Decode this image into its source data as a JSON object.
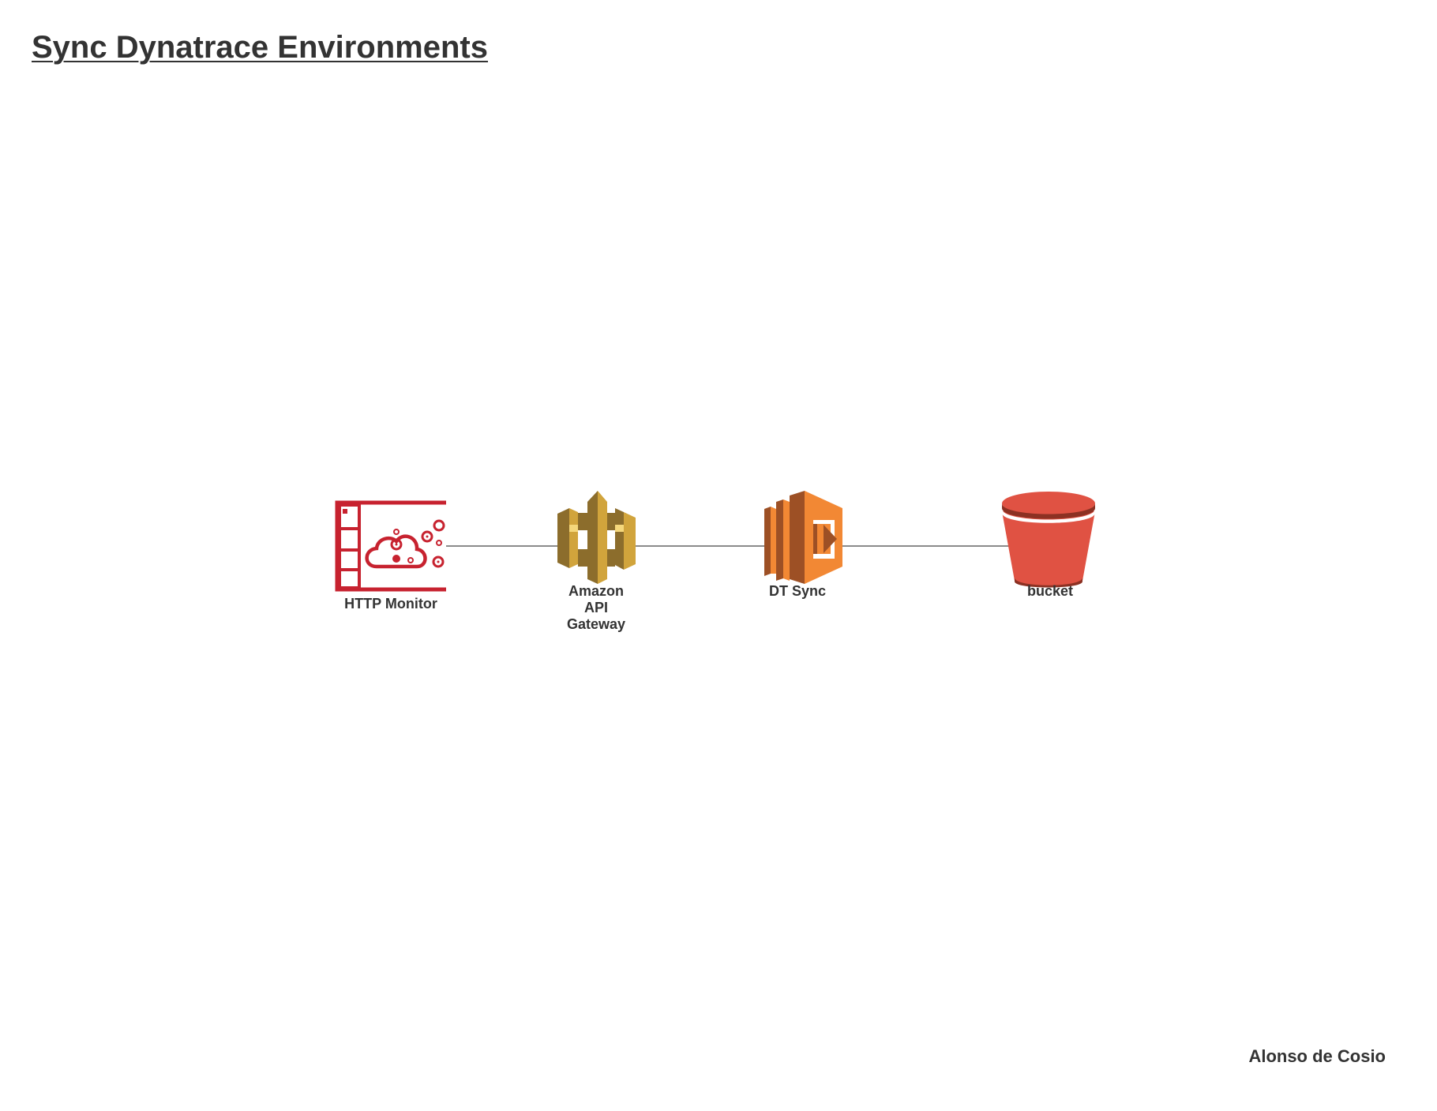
{
  "title": "Sync Dynatrace Environments",
  "author": "Alonso de Cosio",
  "colors": {
    "connector": "#8a8a8a",
    "monitor_red": "#c7222f",
    "api_gateway_gold": "#d1a43c",
    "lambda_orange": "#f28834",
    "s3_red": "#e05243"
  },
  "nodes": [
    {
      "id": "http-monitor",
      "label": "HTTP Monitor",
      "icon": "http-monitor-icon"
    },
    {
      "id": "api-gateway",
      "label": "Amazon\nAPI\nGateway",
      "icon": "api-gateway-icon"
    },
    {
      "id": "dt-sync",
      "label": "DT Sync",
      "icon": "lambda-icon"
    },
    {
      "id": "bucket",
      "label": "bucket",
      "icon": "s3-bucket-icon"
    }
  ],
  "edges": [
    {
      "from": "http-monitor",
      "to": "api-gateway"
    },
    {
      "from": "api-gateway",
      "to": "dt-sync"
    },
    {
      "from": "dt-sync",
      "to": "bucket"
    }
  ]
}
